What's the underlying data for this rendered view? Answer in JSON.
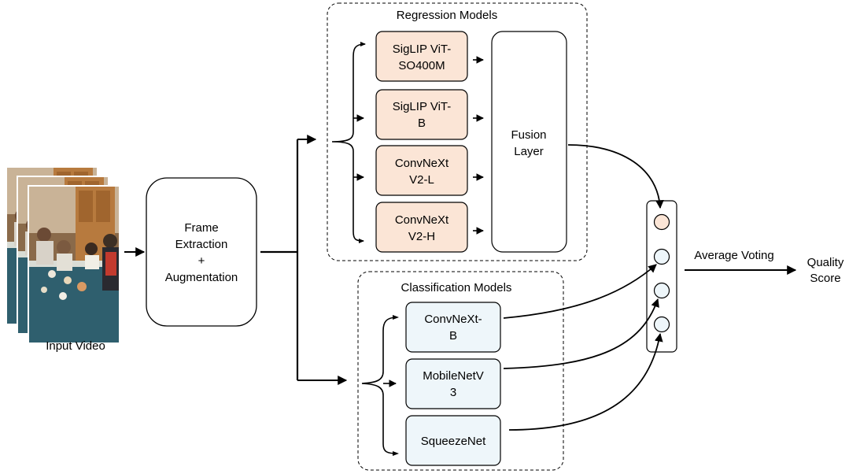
{
  "input": {
    "label": "Input Video"
  },
  "preprocess": {
    "line1": "Frame",
    "line2": "Extraction",
    "line3": "+",
    "line4": "Augmentation"
  },
  "regression": {
    "title": "Regression Models",
    "models": [
      {
        "line1": "SigLIP ViT-",
        "line2": "SO400M"
      },
      {
        "line1": "SigLIP ViT-",
        "line2": "B"
      },
      {
        "line1": "ConvNeXt",
        "line2": "V2-L"
      },
      {
        "line1": "ConvNeXt",
        "line2": "V2-H"
      }
    ],
    "fusion": {
      "line1": "Fusion",
      "line2": "Layer"
    }
  },
  "classification": {
    "title": "Classification Models",
    "models": [
      {
        "line1": "ConvNeXt-",
        "line2": "B"
      },
      {
        "line1": "MobileNetV",
        "line2": "3"
      },
      {
        "line1": "SqueezeNet",
        "line2": ""
      }
    ]
  },
  "voting": {
    "label": "Average Voting"
  },
  "output": {
    "line1": "Quality",
    "line2": "Score"
  },
  "colors": {
    "regression_fill": "#fbe5d6",
    "classification_fill": "#eef6fa",
    "voting_regression_circle": "#fbe5d6",
    "voting_classification_circle": "#eef6fa",
    "stroke": "#000000"
  }
}
